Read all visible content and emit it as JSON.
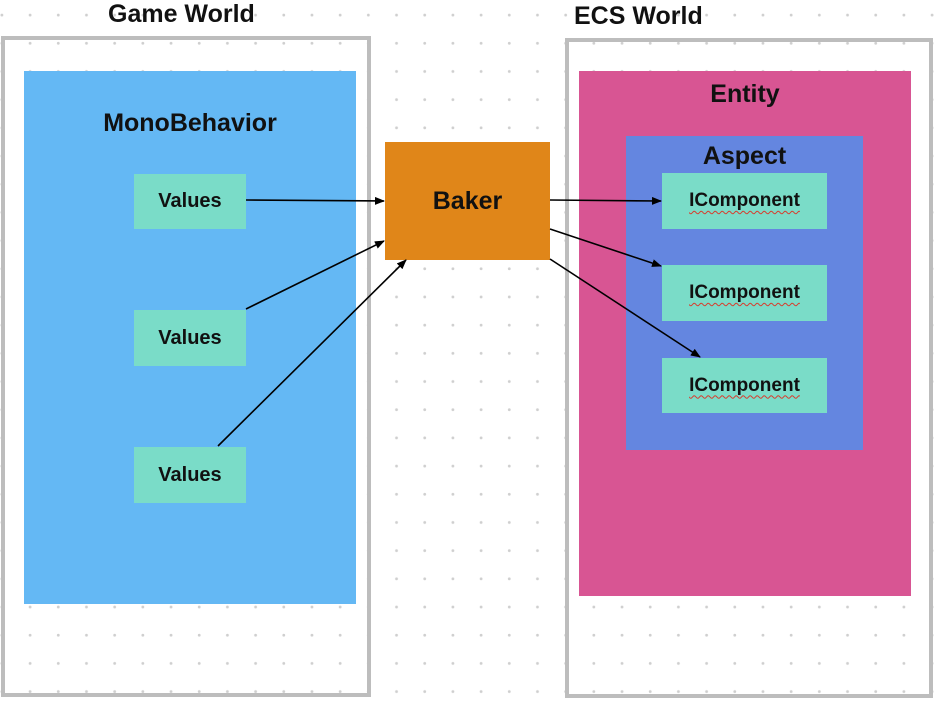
{
  "colors": {
    "background": "#ffffff",
    "frame": "#bdbdbd",
    "mono_behavior_fill": "#64b8f4",
    "values_fill": "#7adcc8",
    "baker_fill": "#e08619",
    "entity_fill": "#d85593",
    "aspect_fill": "#6486e0",
    "component_fill": "#7adcc8",
    "arrow": "#000000"
  },
  "game_world": {
    "title": "Game World",
    "mono_behavior": {
      "title": "MonoBehavior",
      "values": [
        {
          "label": "Values"
        },
        {
          "label": "Values"
        },
        {
          "label": "Values"
        }
      ]
    }
  },
  "baker": {
    "label": "Baker"
  },
  "ecs_world": {
    "title": "ECS World",
    "entity": {
      "title": "Entity",
      "aspect": {
        "title": "Aspect",
        "components": [
          {
            "label": "IComponent"
          },
          {
            "label": "IComponent"
          },
          {
            "label": "IComponent"
          }
        ]
      }
    }
  }
}
